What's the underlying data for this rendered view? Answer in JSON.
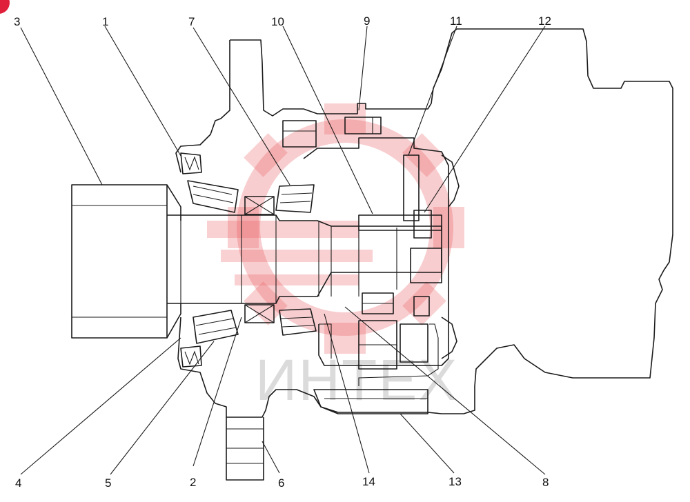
{
  "diagram": {
    "callouts": [
      {
        "id": "c1",
        "label": "1"
      },
      {
        "id": "c2",
        "label": "2"
      },
      {
        "id": "c3",
        "label": "3"
      },
      {
        "id": "c4",
        "label": "4"
      },
      {
        "id": "c5",
        "label": "5"
      },
      {
        "id": "c6",
        "label": "6"
      },
      {
        "id": "c7",
        "label": "7"
      },
      {
        "id": "c8",
        "label": "8"
      },
      {
        "id": "c9",
        "label": "9"
      },
      {
        "id": "c10",
        "label": "10"
      },
      {
        "id": "c11",
        "label": "11"
      },
      {
        "id": "c12",
        "label": "12"
      },
      {
        "id": "c13",
        "label": "13"
      },
      {
        "id": "c14",
        "label": "14"
      }
    ]
  },
  "watermark": {
    "text": "ИНТЕХ",
    "color": "#e8595f"
  },
  "colors": {
    "line": "#1a1a1a",
    "corner_badge": "#e0203a"
  }
}
